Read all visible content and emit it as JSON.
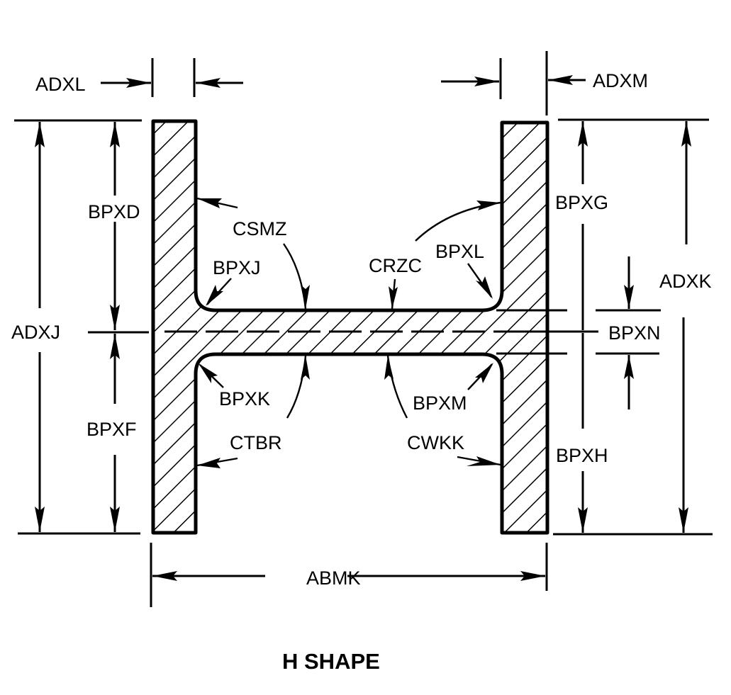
{
  "diagram": {
    "title": "H SHAPE",
    "shape": "H-beam cross section",
    "colors": {
      "ink": "#000000",
      "background": "#ffffff"
    },
    "labels": {
      "adxl": "ADXL",
      "adxm": "ADXM",
      "adxj": "ADXJ",
      "adxk": "ADXK",
      "bpxd": "BPXD",
      "bpxf": "BPXF",
      "bpxg": "BPXG",
      "bpxh": "BPXH",
      "bpxj": "BPXJ",
      "bpxk": "BPXK",
      "bpxl": "BPXL",
      "bpxm": "BPXM",
      "bpxn": "BPXN",
      "csmz": "CSMZ",
      "crzc": "CRZC",
      "ctbr": "CTBR",
      "cwkk": "CWKK",
      "abmk": "ABMK"
    }
  }
}
